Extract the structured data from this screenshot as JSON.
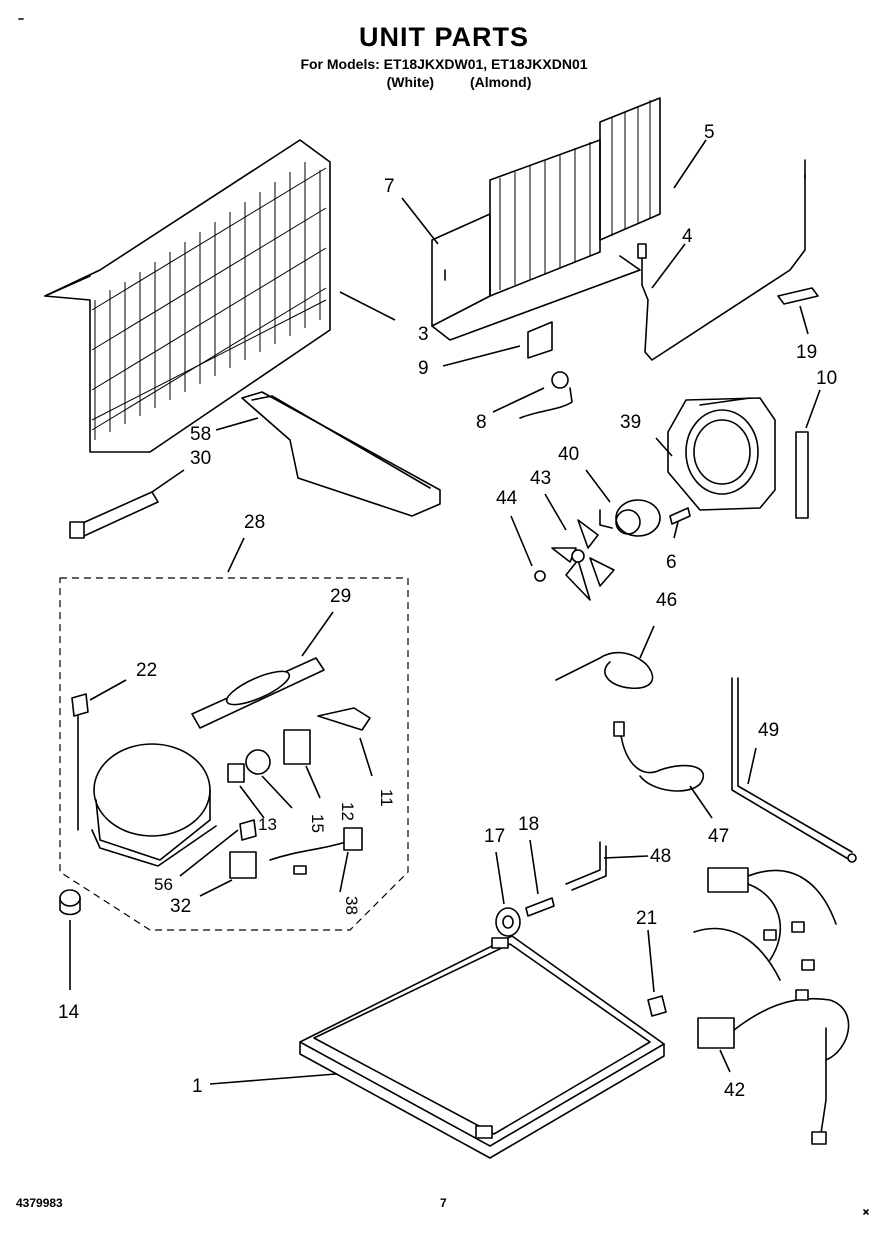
{
  "header": {
    "title": "UNIT PARTS",
    "models_line": "For Models: ET18JKXDW01, ET18JKXDN01",
    "color_white": "(White)",
    "color_almond": "(Almond)"
  },
  "footer": {
    "doc_number": "4379983",
    "page_number": "7"
  },
  "callouts": {
    "c1": "1",
    "c3": "3",
    "c4": "4",
    "c5": "5",
    "c6": "6",
    "c7": "7",
    "c8": "8",
    "c9": "9",
    "c10": "10",
    "c11": "11",
    "c12": "12",
    "c13": "13",
    "c14": "14",
    "c15": "15",
    "c17": "17",
    "c18": "18",
    "c19": "19",
    "c21": "21",
    "c22": "22",
    "c28": "28",
    "c29": "29",
    "c30": "30",
    "c32": "32",
    "c38": "38",
    "c39": "39",
    "c40": "40",
    "c42": "42",
    "c43": "43",
    "c44": "44",
    "c46": "46",
    "c47": "47",
    "c48": "48",
    "c49": "49",
    "c56": "56",
    "c58": "58"
  }
}
